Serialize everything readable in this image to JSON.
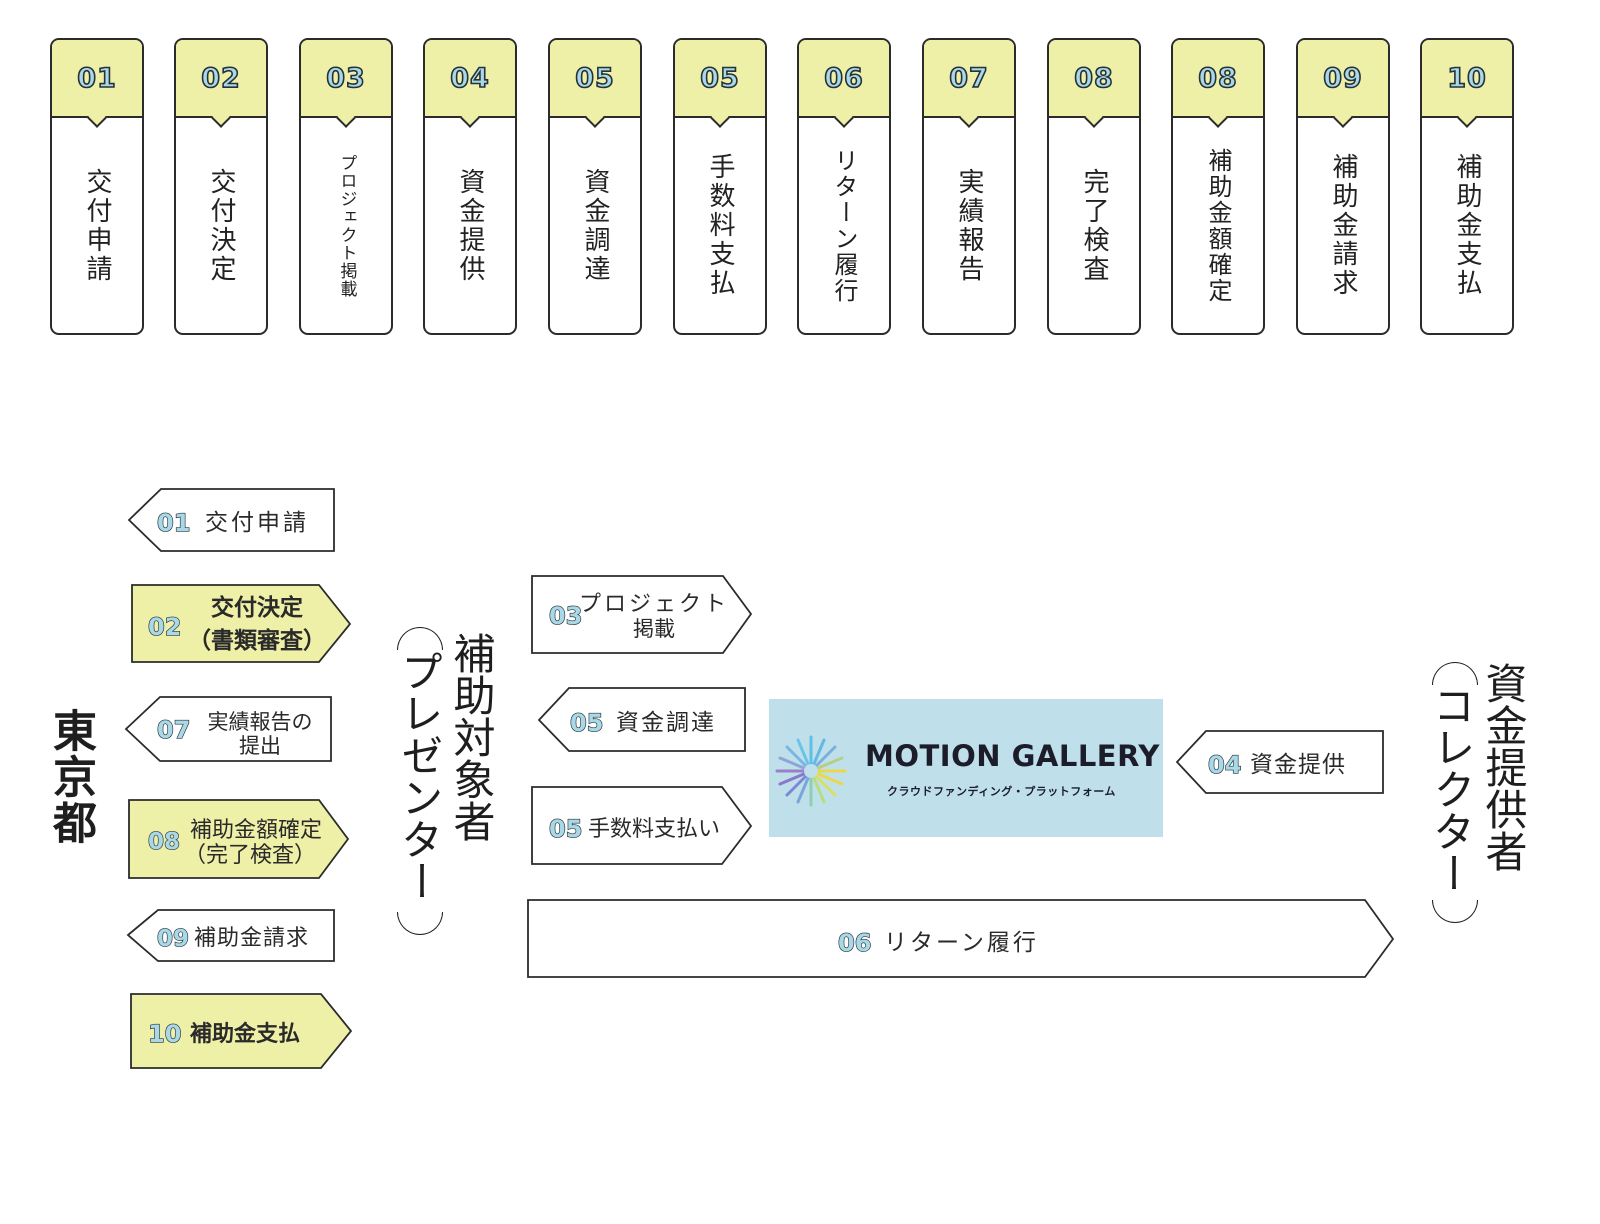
{
  "steps": [
    {
      "num": "01",
      "label": "交付申請"
    },
    {
      "num": "02",
      "label": "交付決定"
    },
    {
      "num": "03",
      "label": "プロジェクト掲載"
    },
    {
      "num": "04",
      "label": "資金提供"
    },
    {
      "num": "05",
      "label": "資金調達"
    },
    {
      "num": "05",
      "label": "手数料支払"
    },
    {
      "num": "06",
      "label": "リターン履行"
    },
    {
      "num": "07",
      "label": "実績報告"
    },
    {
      "num": "08",
      "label": "完了検査"
    },
    {
      "num": "08",
      "label": "補助金額確定"
    },
    {
      "num": "09",
      "label": "補助金請求"
    },
    {
      "num": "10",
      "label": "補助金支払"
    }
  ],
  "actors": {
    "tokyo": "東京都",
    "presenter": {
      "main": "補助対象者",
      "sub": "プレゼンター"
    },
    "collector": {
      "main": "資金提供者",
      "sub": "コレクター"
    }
  },
  "flows": {
    "f01": {
      "num": "01",
      "label": "交付申請"
    },
    "f02": {
      "num": "02",
      "line1": "交付決定",
      "line2": "（書類審査）"
    },
    "f07": {
      "num": "07",
      "line1": "実績報告の",
      "line2": "提出"
    },
    "f08": {
      "num": "08",
      "line1": "補助金額確定",
      "line2": "（完了検査）"
    },
    "f09": {
      "num": "09",
      "label": "補助金請求"
    },
    "f10": {
      "num": "10",
      "label": "補助金支払"
    },
    "f03": {
      "num": "03",
      "line1": "プロジェクト",
      "line2": "掲載"
    },
    "f05a": {
      "num": "05",
      "label": "資金調達"
    },
    "f05b": {
      "num": "05",
      "label": "手数料支払い"
    },
    "f04": {
      "num": "04",
      "label": "資金提供"
    },
    "f06": {
      "num": "06",
      "label": "リターン履行"
    }
  },
  "platform": {
    "name": "MOTION GALLERY",
    "tagline": "クラウドファンディング・プラットフォーム"
  },
  "colors": {
    "highlight": "#eff0a8",
    "number_fill": "#a9d8e6",
    "platform_bg": "#bfe0ea",
    "outline": "#2b2b2b"
  }
}
